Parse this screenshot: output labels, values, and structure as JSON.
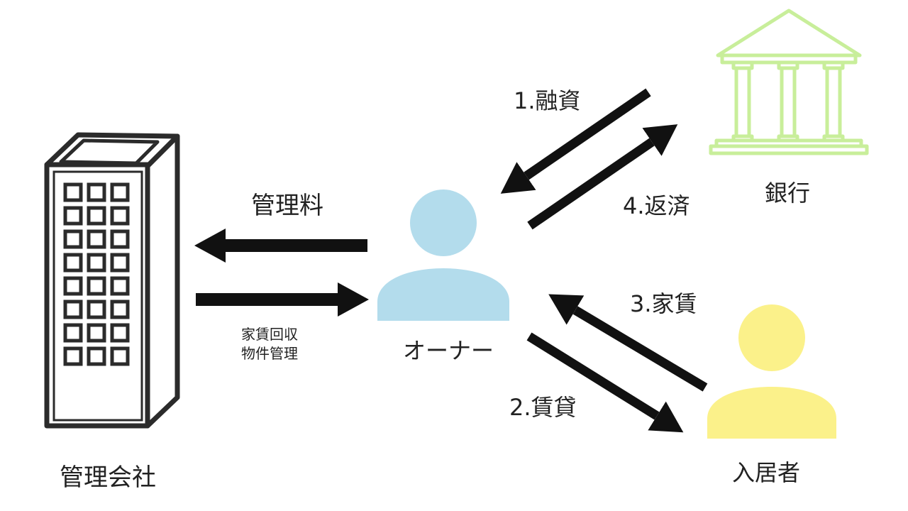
{
  "colors": {
    "bank": "#c8ee9a",
    "owner": "#b3dcec",
    "tenant": "#fbf18a",
    "ink": "#222222",
    "building": "#2b2b2b"
  },
  "icons": {
    "building": "office-building-icon",
    "owner": "person-icon",
    "tenant": "person-icon",
    "bank": "bank-icon"
  },
  "nodes": {
    "management": "管理会社",
    "owner": "オーナー",
    "bank": "銀行",
    "tenant": "入居者"
  },
  "flows": {
    "fee": "管理料",
    "services_line1": "家賃回収",
    "services_line2": "物件管理",
    "loan": "1.融資",
    "lease": "2.賃貸",
    "rent": "3.家賃",
    "repay": "4.返済"
  }
}
